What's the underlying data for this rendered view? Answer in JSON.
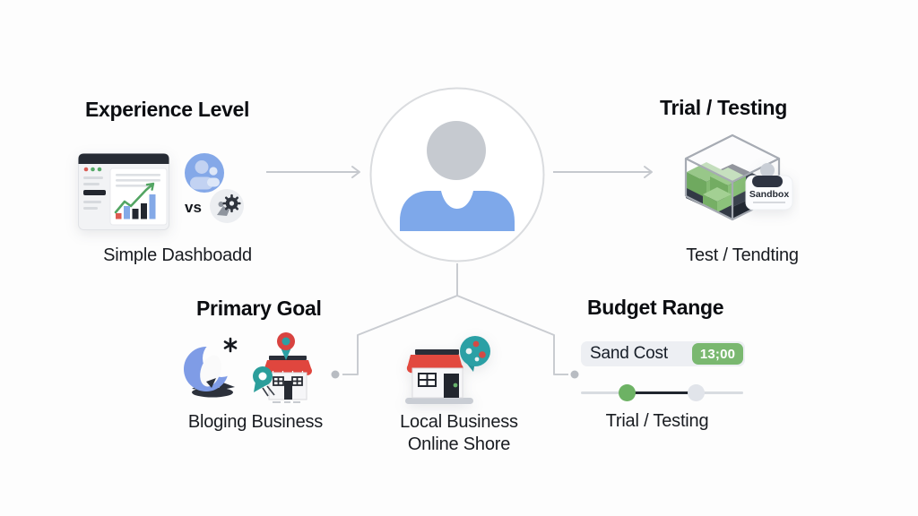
{
  "colors": {
    "background": "#fdfdfd",
    "heading_text": "#0b0d11",
    "caption_text": "#191c21",
    "connector_gray": "#c9ccd1",
    "avatar_blue": "#7ea8ea",
    "avatar_head_gray": "#c6cad0",
    "accent_green": "#7ab870",
    "accent_red": "#df4a41",
    "accent_teal": "#2b9fa4",
    "dark_navy": "#2a2f3a"
  },
  "sections": {
    "experience_level": {
      "title": "Experience Level",
      "vs_label": "vs",
      "caption": "Simple Dashboadd"
    },
    "trial_testing": {
      "title": "Trial / Testing",
      "sandbox_tag": "Sandbox",
      "caption": "Test / Tendting"
    },
    "primary_goal": {
      "title": "Primary Goal",
      "caption": "Bloging Business"
    },
    "local_business": {
      "caption_line1": "Local Business",
      "caption_line2": "Online Shore"
    },
    "budget_range": {
      "title": "Budget Range",
      "cost_label": "Sand Cost",
      "cost_value": "13;00",
      "caption": "Trial / Testing"
    }
  }
}
